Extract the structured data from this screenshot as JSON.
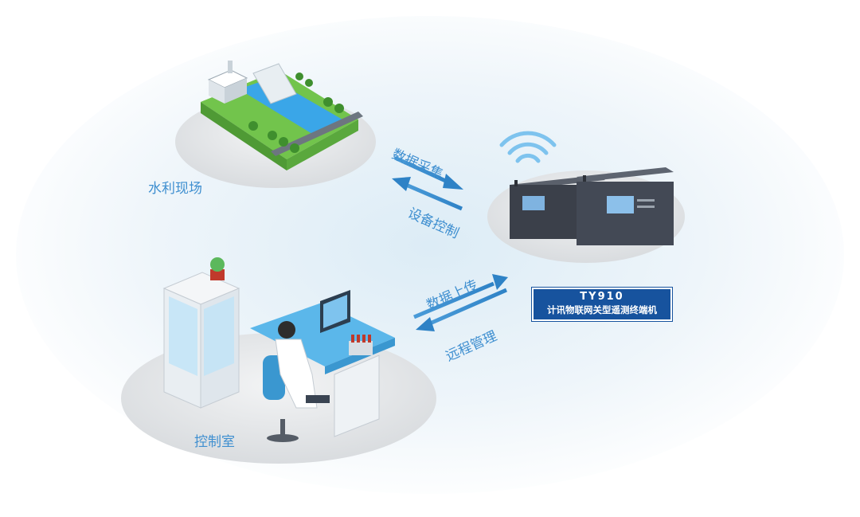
{
  "nodes": {
    "water_site": "水利现场",
    "control_room": "控制室"
  },
  "flows": {
    "collect": "数据采集",
    "control": "设备控制",
    "upload": "数据上传",
    "manage": "远程管理"
  },
  "product": {
    "model": "TY910",
    "name": "计讯物联网关型遥测终端机"
  },
  "colors": {
    "accent": "#3f8fd0",
    "badge": "#17539e",
    "platform": "#e2e4e6",
    "grass": "#6cc24a",
    "water": "#3aa6e8"
  }
}
